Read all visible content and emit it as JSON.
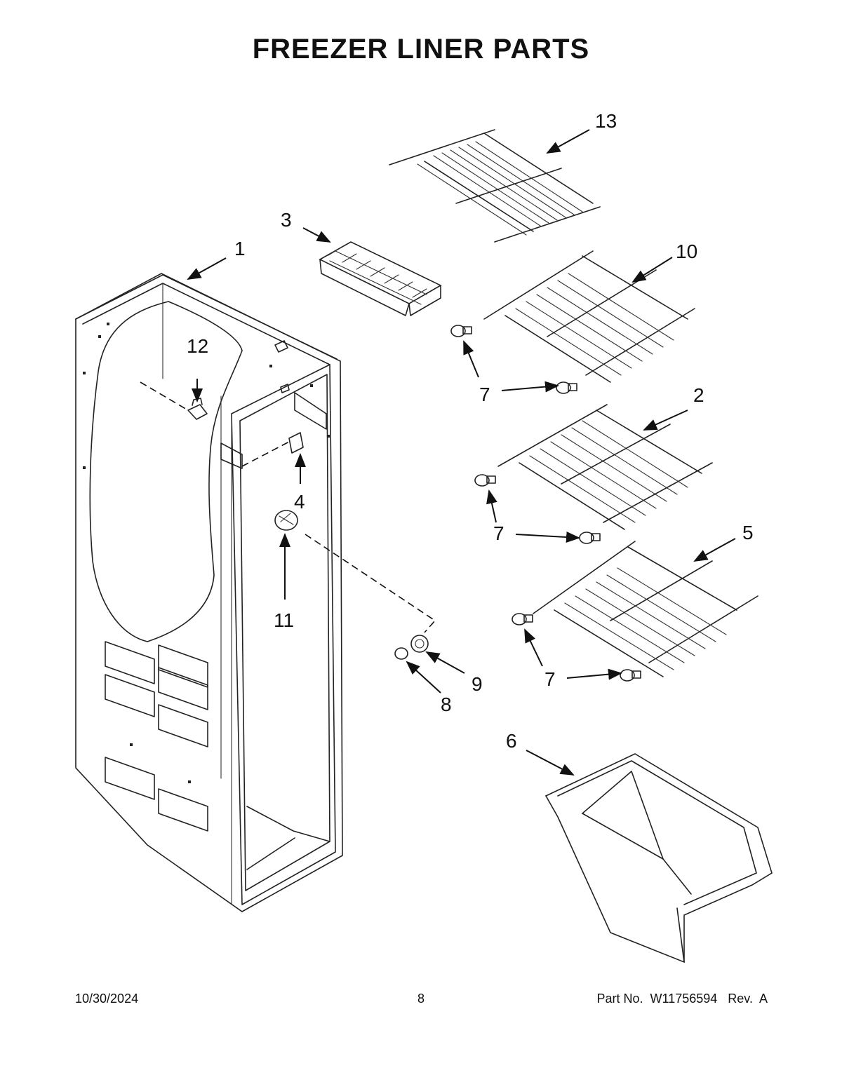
{
  "title": "FREEZER LINER PARTS",
  "callouts": [
    {
      "id": "1",
      "label": "1"
    },
    {
      "id": "2",
      "label": "2"
    },
    {
      "id": "3",
      "label": "3"
    },
    {
      "id": "4",
      "label": "4"
    },
    {
      "id": "5",
      "label": "5"
    },
    {
      "id": "6",
      "label": "6"
    },
    {
      "id": "7a",
      "label": "7"
    },
    {
      "id": "7b",
      "label": "7"
    },
    {
      "id": "7c",
      "label": "7"
    },
    {
      "id": "8",
      "label": "8"
    },
    {
      "id": "9",
      "label": "9"
    },
    {
      "id": "10",
      "label": "10"
    },
    {
      "id": "11",
      "label": "11"
    },
    {
      "id": "12",
      "label": "12"
    },
    {
      "id": "13",
      "label": "13"
    }
  ],
  "footer": {
    "date": "10/30/2024",
    "page": "8",
    "part": "Part No.  W11756594   Rev.  A"
  }
}
